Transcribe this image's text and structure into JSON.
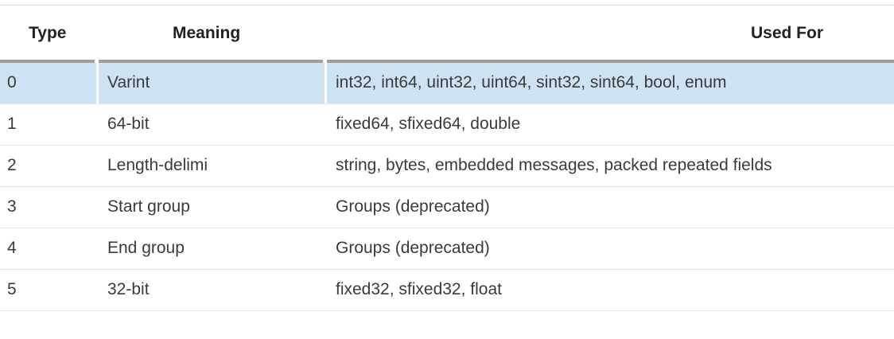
{
  "table": {
    "headers": {
      "type": "Type",
      "meaning": "Meaning",
      "used_for": "Used For"
    },
    "rows": [
      {
        "type": "0",
        "meaning": "Varint",
        "used_for": "int32, int64, uint32, uint64, sint32, sint64, bool, enum",
        "highlighted": true
      },
      {
        "type": "1",
        "meaning": "64-bit",
        "used_for": "fixed64, sfixed64, double"
      },
      {
        "type": "2",
        "meaning": "Length-delimi",
        "used_for": "string, bytes, embedded messages, packed repeated fields"
      },
      {
        "type": "3",
        "meaning": "Start group",
        "used_for": "Groups (deprecated)"
      },
      {
        "type": "4",
        "meaning": "End group",
        "used_for": "Groups (deprecated)"
      },
      {
        "type": "5",
        "meaning": "32-bit",
        "used_for": "fixed32, sfixed32, float"
      }
    ],
    "colors": {
      "highlight_row": "#cfe2f3",
      "header_rule": "#9e9e9e",
      "row_rule": "#e2e2e2"
    }
  }
}
